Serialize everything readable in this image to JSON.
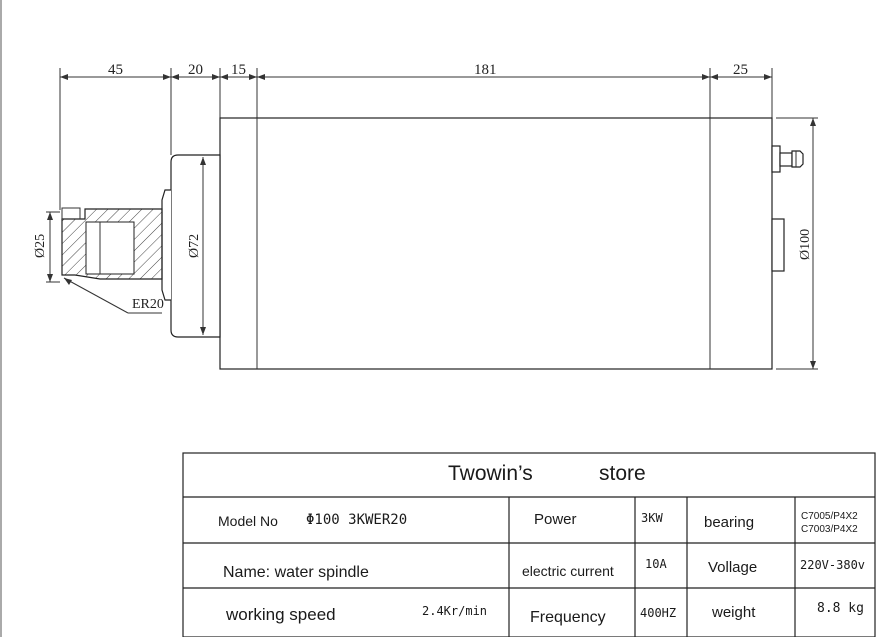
{
  "drawing": {
    "dimensions": {
      "d45": "45",
      "d20": "20",
      "d15": "15",
      "d181": "181",
      "d25": "25",
      "dia25": "Ø25",
      "dia72": "Ø72",
      "dia100": "Ø100"
    },
    "callout": "ER20"
  },
  "table": {
    "store_name": "Twowin’s",
    "store_word": "store",
    "rows": [
      {
        "left_label": "Model No",
        "left_value": "Φ100 3KWER20",
        "mid_label": "Power",
        "mid_value": "3KW",
        "right_label": "bearing",
        "right_value_1": "C7005/P4X2",
        "right_value_2": "C7003/P4X2"
      },
      {
        "left_label": "Name: water spindle",
        "mid_label": "electric current",
        "mid_value": "10A",
        "right_label": "Vollage",
        "right_value": "220V-380v"
      },
      {
        "left_label": "working speed",
        "left_value": "2.4Kr/min",
        "mid_label": "Frequency",
        "mid_value": "400HZ",
        "right_label": "weight",
        "right_value": "8.8 kg"
      }
    ]
  }
}
